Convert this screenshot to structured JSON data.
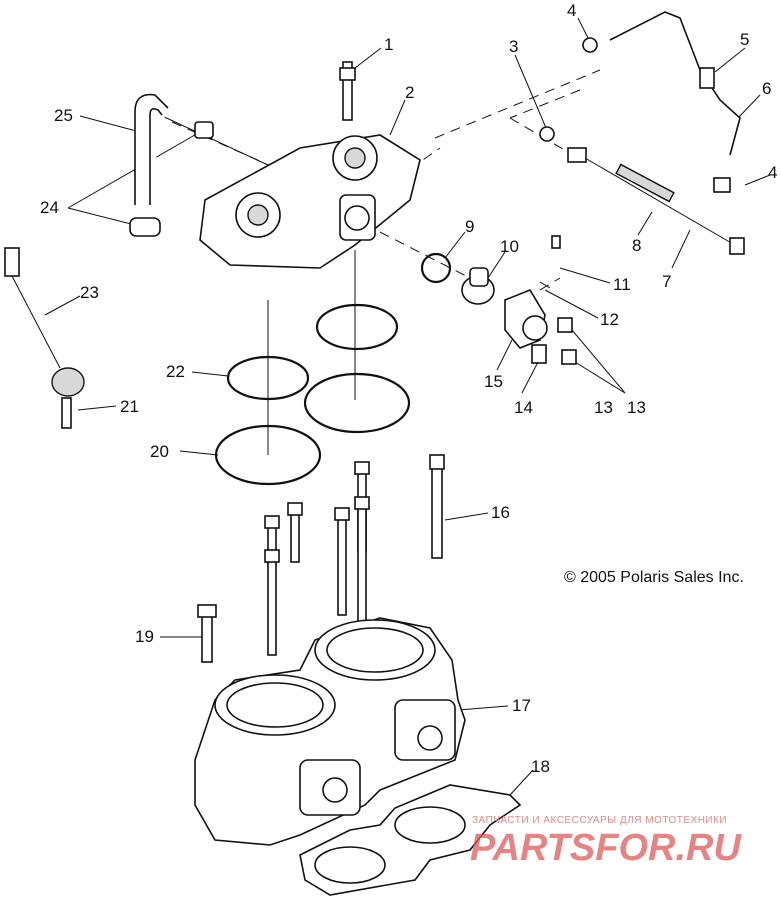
{
  "callouts": [
    "1",
    "2",
    "3",
    "4",
    "4",
    "5",
    "6",
    "7",
    "8",
    "9",
    "10",
    "11",
    "12",
    "13",
    "13",
    "14",
    "15",
    "16",
    "17",
    "18",
    "19",
    "20",
    "21",
    "22",
    "23",
    "24",
    "25"
  ],
  "copyright": "© 2005 Polaris Sales Inc.",
  "watermark": {
    "tagline": "ЗАПЧАСТИ И АКСЕССУАРЫ ДЛЯ МОТОТЕХНИКИ",
    "logo_text": "PARTSFOR.RU",
    "color": "#e05a5a"
  }
}
